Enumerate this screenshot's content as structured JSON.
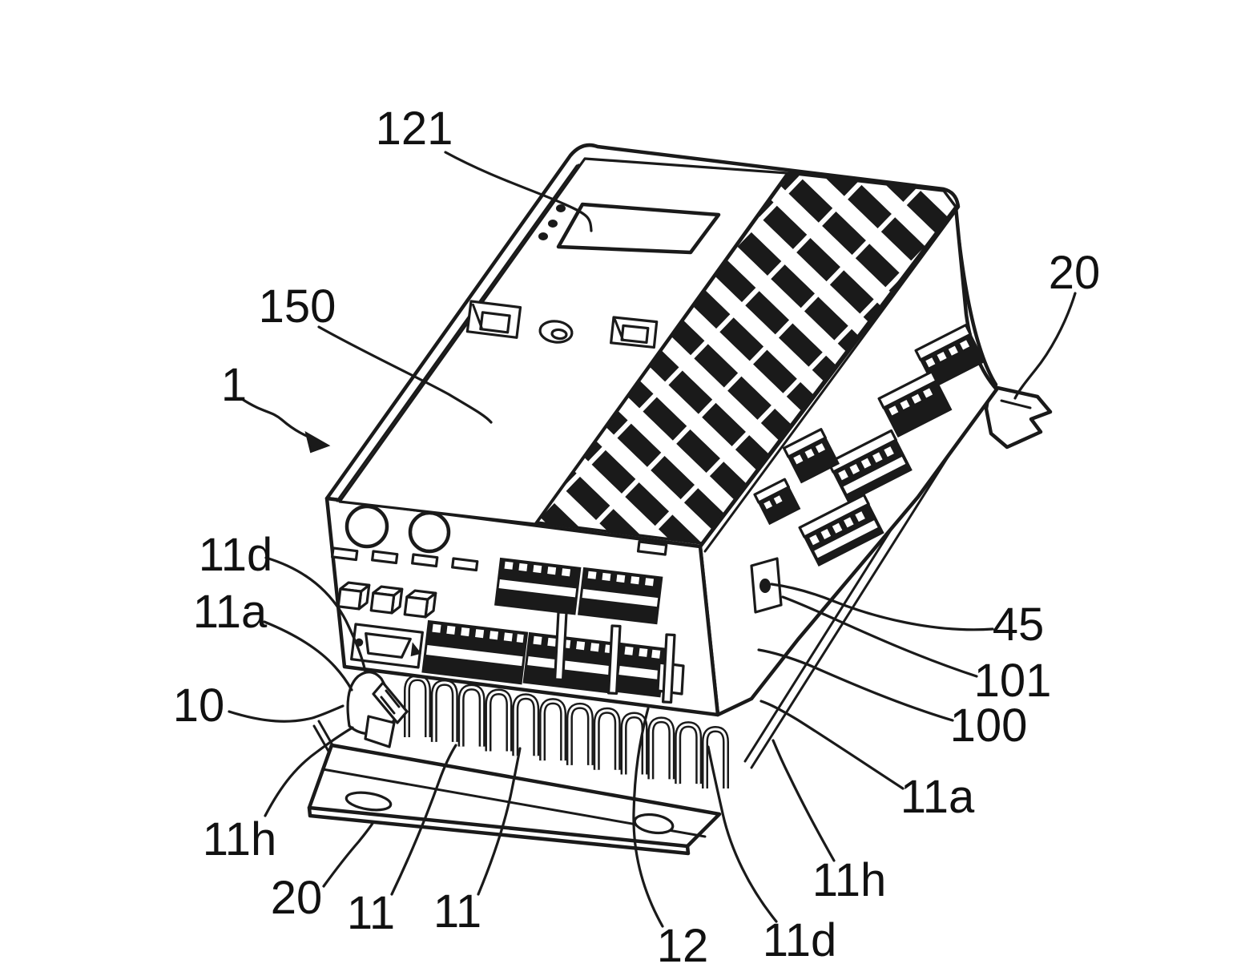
{
  "figure": {
    "kind": "patent-isometric-line-drawing",
    "description": "Isometric view of an electronic control device (frequency converter) with display panel, terminal blocks, heat-sink fins, mounting plate and DIN-rail clips",
    "background_color": "#ffffff",
    "line_color": "#1a1a1a",
    "heatsink_fins_count": 12,
    "labels": [
      {
        "ref": "121",
        "points_to": "display-window"
      },
      {
        "ref": "150",
        "points_to": "keypad-panel"
      },
      {
        "ref": "1",
        "points_to": "device-body"
      },
      {
        "ref": "20",
        "points_to": "din-rail-clip-right"
      },
      {
        "ref": "11d",
        "points_to": "fin-end-left"
      },
      {
        "ref": "11a",
        "points_to": "fin-edge-left"
      },
      {
        "ref": "10",
        "points_to": "heat-sink"
      },
      {
        "ref": "11h",
        "points_to": "clip-hook-left"
      },
      {
        "ref": "20",
        "points_to": "mounting-plate-front"
      },
      {
        "ref": "11",
        "points_to": "fin-loop-1"
      },
      {
        "ref": "11",
        "points_to": "fin-loop-2"
      },
      {
        "ref": "12",
        "points_to": "fin-band-bottom"
      },
      {
        "ref": "11d",
        "points_to": "fin-end-right"
      },
      {
        "ref": "11h",
        "points_to": "clip-hook-right"
      },
      {
        "ref": "11a",
        "points_to": "fin-edge-right"
      },
      {
        "ref": "100",
        "points_to": "side-face-lower"
      },
      {
        "ref": "101",
        "points_to": "fixing-tab"
      },
      {
        "ref": "45",
        "points_to": "fixing-hole"
      }
    ]
  }
}
